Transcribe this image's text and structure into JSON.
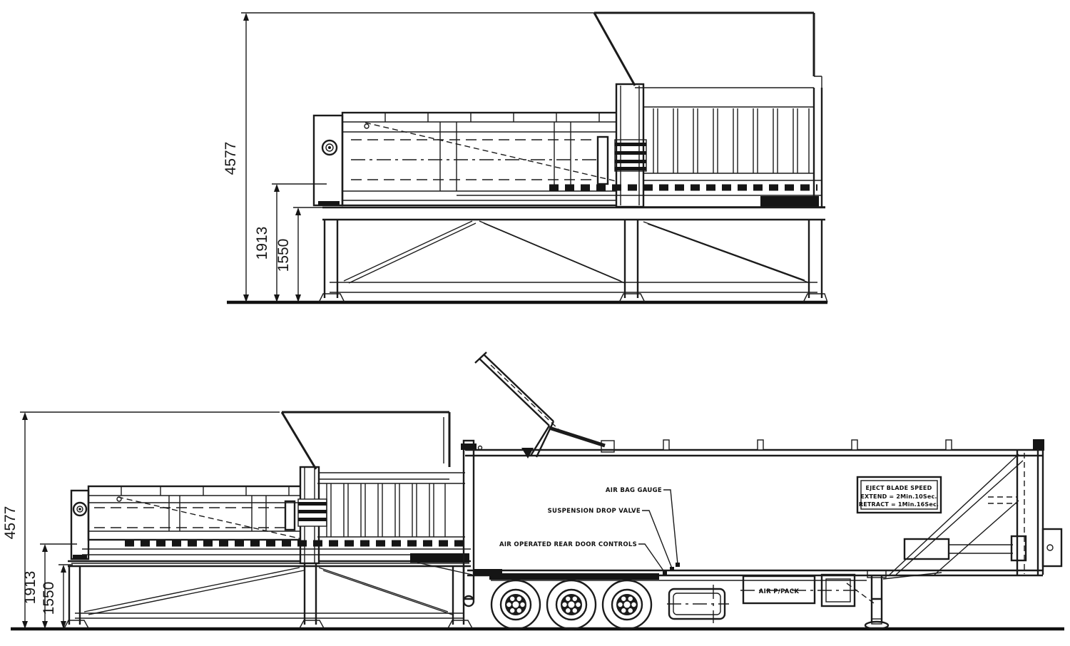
{
  "page": {
    "background": "#ffffff",
    "line_color": "#1b1b1b"
  },
  "top_view": {
    "dim_overall_height": "4577",
    "dim_feed_height": "1913",
    "dim_platform_height": "1550"
  },
  "bottom_view": {
    "dim_overall_height": "4577",
    "dim_feed_height": "1913",
    "dim_platform_height": "1550",
    "callout_air_bag_gauge": "AIR BAG GAUGE",
    "callout_suspension_drop_valve": "SUSPENSION DROP VALVE",
    "callout_rear_door_controls": "AIR OPERATED REAR DOOR CONTROLS",
    "label_air_p_pack": "AIR P/PACK",
    "note_box": {
      "title": "EJECT BLADE SPEED",
      "extend": "EXTEND = 2Min.10Sec.",
      "retract": "RETRACT = 1Min.16Sec."
    }
  }
}
